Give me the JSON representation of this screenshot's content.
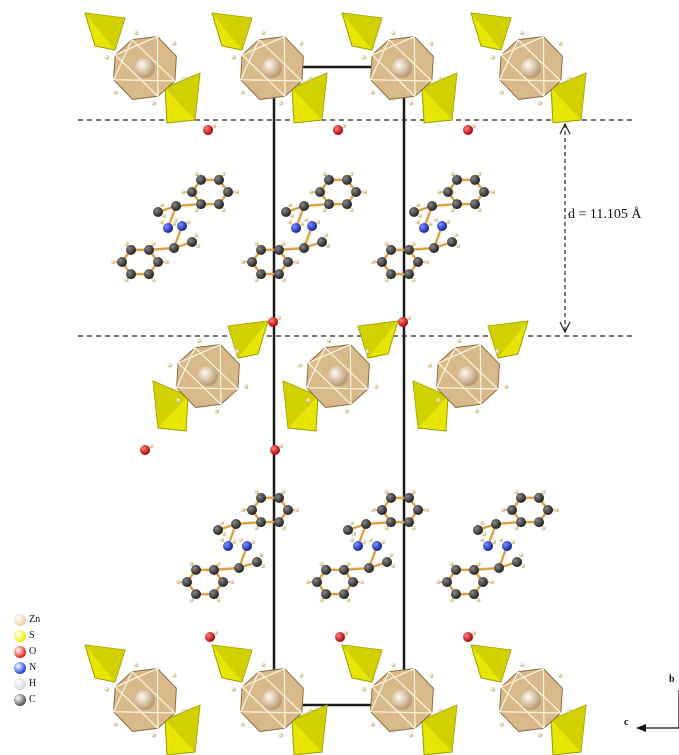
{
  "annotation": {
    "spacing_label": "d = 11.105 Å"
  },
  "axes": {
    "horizontal_label": "c",
    "vertical_label": "b"
  },
  "legend": [
    {
      "symbol": "Zn",
      "color": "#e6d2a8"
    },
    {
      "symbol": "S",
      "color": "#f0f000"
    },
    {
      "symbol": "O",
      "color": "#e02020"
    },
    {
      "symbol": "N",
      "color": "#2040e0"
    },
    {
      "symbol": "H",
      "color": "#d8d8d8"
    },
    {
      "symbol": "C",
      "color": "#555555"
    }
  ],
  "colors": {
    "zn_polyhedron": "#d8b98a",
    "zn_atom": "#efe2c6",
    "s_tetrahedron": "#e6e600",
    "oxygen": "#e02020",
    "nitrogen": "#2040d0",
    "hydrogen": "#f0e8c0",
    "carbon": "#3c3c3c",
    "bond": "#e0a040",
    "unit_cell": "#1a1a1a"
  }
}
